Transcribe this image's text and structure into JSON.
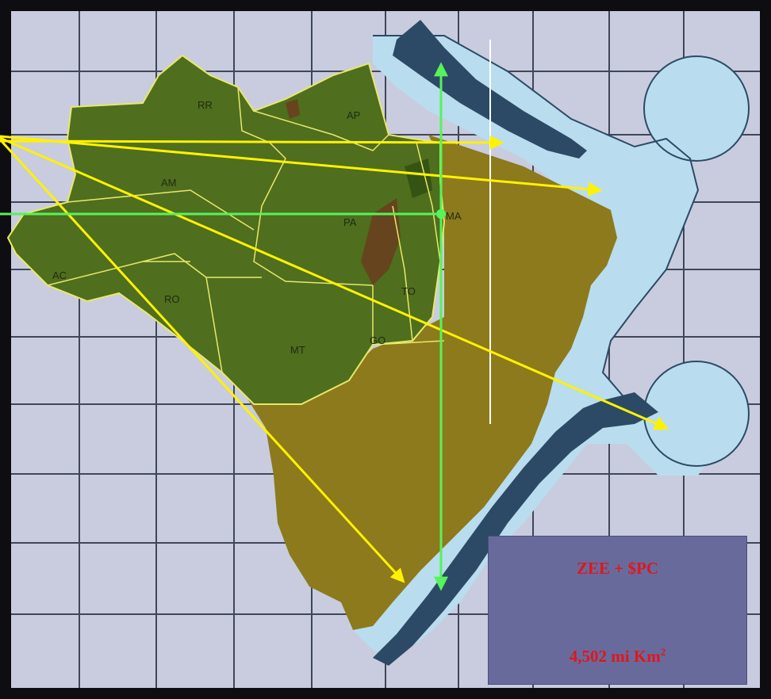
{
  "map": {
    "state_labels": [
      "RR",
      "AP",
      "AM",
      "PA",
      "MA",
      "AC",
      "RO",
      "TO",
      "MT",
      "GO"
    ]
  },
  "infobox": {
    "title": "ZEE + $PC",
    "area_value": "4,502 mi Km",
    "area_unit_exponent": "2"
  },
  "colors": {
    "ocean_grid": "#c9ccdf",
    "grid_line": "#3f4758",
    "eez_fill": "#b9ddee",
    "continental_shelf": "#2c4a66",
    "brazil_land": "#8c7a1c",
    "amazonia_legal": "#4f6e1e",
    "state_border": "#e8e86a",
    "arrow_yellow": "#fff200",
    "arrow_green": "#54f45a",
    "infobox_bg": "#686a9c",
    "infobox_text": "#e0161b"
  }
}
